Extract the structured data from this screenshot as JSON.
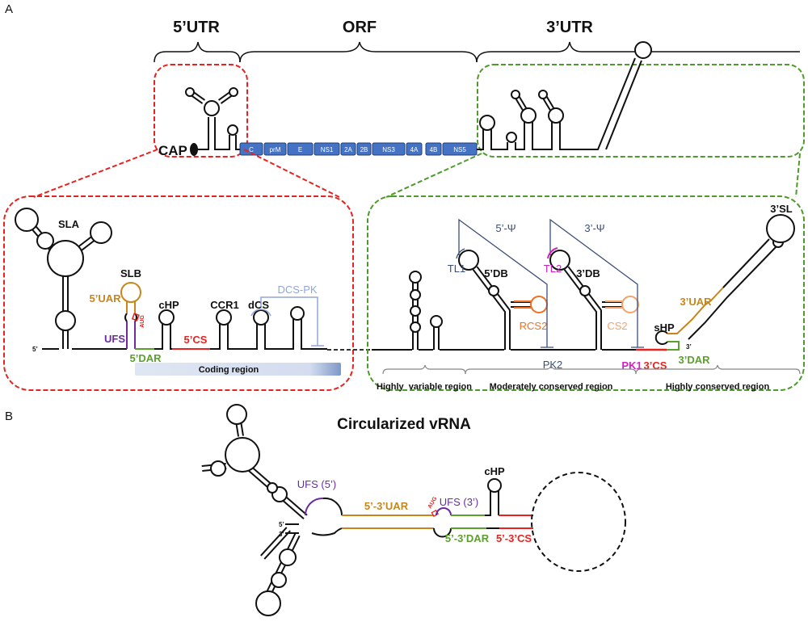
{
  "panel_labels": {
    "a": "A",
    "b": "B"
  },
  "genome": {
    "utr5": "5’UTR",
    "orf": "ORF",
    "utr3": "3’UTR",
    "cap": "CAP",
    "genes": [
      "C",
      "prM",
      "E",
      "NS1",
      "2A",
      "2B",
      "NS3",
      "4A",
      "4B",
      "NS5"
    ]
  },
  "utr5_detail": {
    "five_prime": "5’",
    "sla": "SLA",
    "slb": "SLB",
    "uar": "5’UAR",
    "aug": "AUG",
    "ufs": "UFS",
    "dar": "5’DAR",
    "chp": "cHP",
    "cs": "5’CS",
    "ccr1": "CCR1",
    "dcs": "dCS",
    "dcs_pk": "DCS-PK",
    "coding_region": "Coding region"
  },
  "utr3_detail": {
    "psi5": "5’-Ψ",
    "psi3": "3’-Ψ",
    "tl1": "TL1",
    "tl2": "TL2",
    "db5": "5’DB",
    "db3": "3’DB",
    "rcs2": "RCS2",
    "cs2": "CS2",
    "pk2": "PK2",
    "pk1": "PK1",
    "cs3": "3’CS",
    "shp": "sHP",
    "uar3": "3’UAR",
    "dar3": "3’DAR",
    "three_prime": "3’",
    "sl3": "3’SL",
    "regions": [
      "Highly  variable region",
      "Moderately conserved region",
      "Highly conserved region"
    ]
  },
  "circular": {
    "title": "Circularized vRNA",
    "ufs5": "UFS (5’)",
    "uar": "5’-3’UAR",
    "aug": "AUG",
    "ufs3": "UFS (3’)",
    "chp": "cHP",
    "dar": "5’-3’DAR",
    "cs": "5’-3’CS",
    "five_prime": "5’",
    "three_prime": "3’"
  },
  "colors": {
    "utr5_box": "#e8231f",
    "utr3_box": "#4e9a2a",
    "gene_box": "#4472c4",
    "uar": "#c8861a",
    "ufs": "#6a2ca0",
    "dar": "#5aa02c",
    "cs": "#e8231f",
    "dcs_pk": "#8fa8d8",
    "pseudoknot": "#3b4f7a",
    "rcs2": "#f07020",
    "cs2": "#f5a26a",
    "tl2_pk1": "#d020c0"
  }
}
